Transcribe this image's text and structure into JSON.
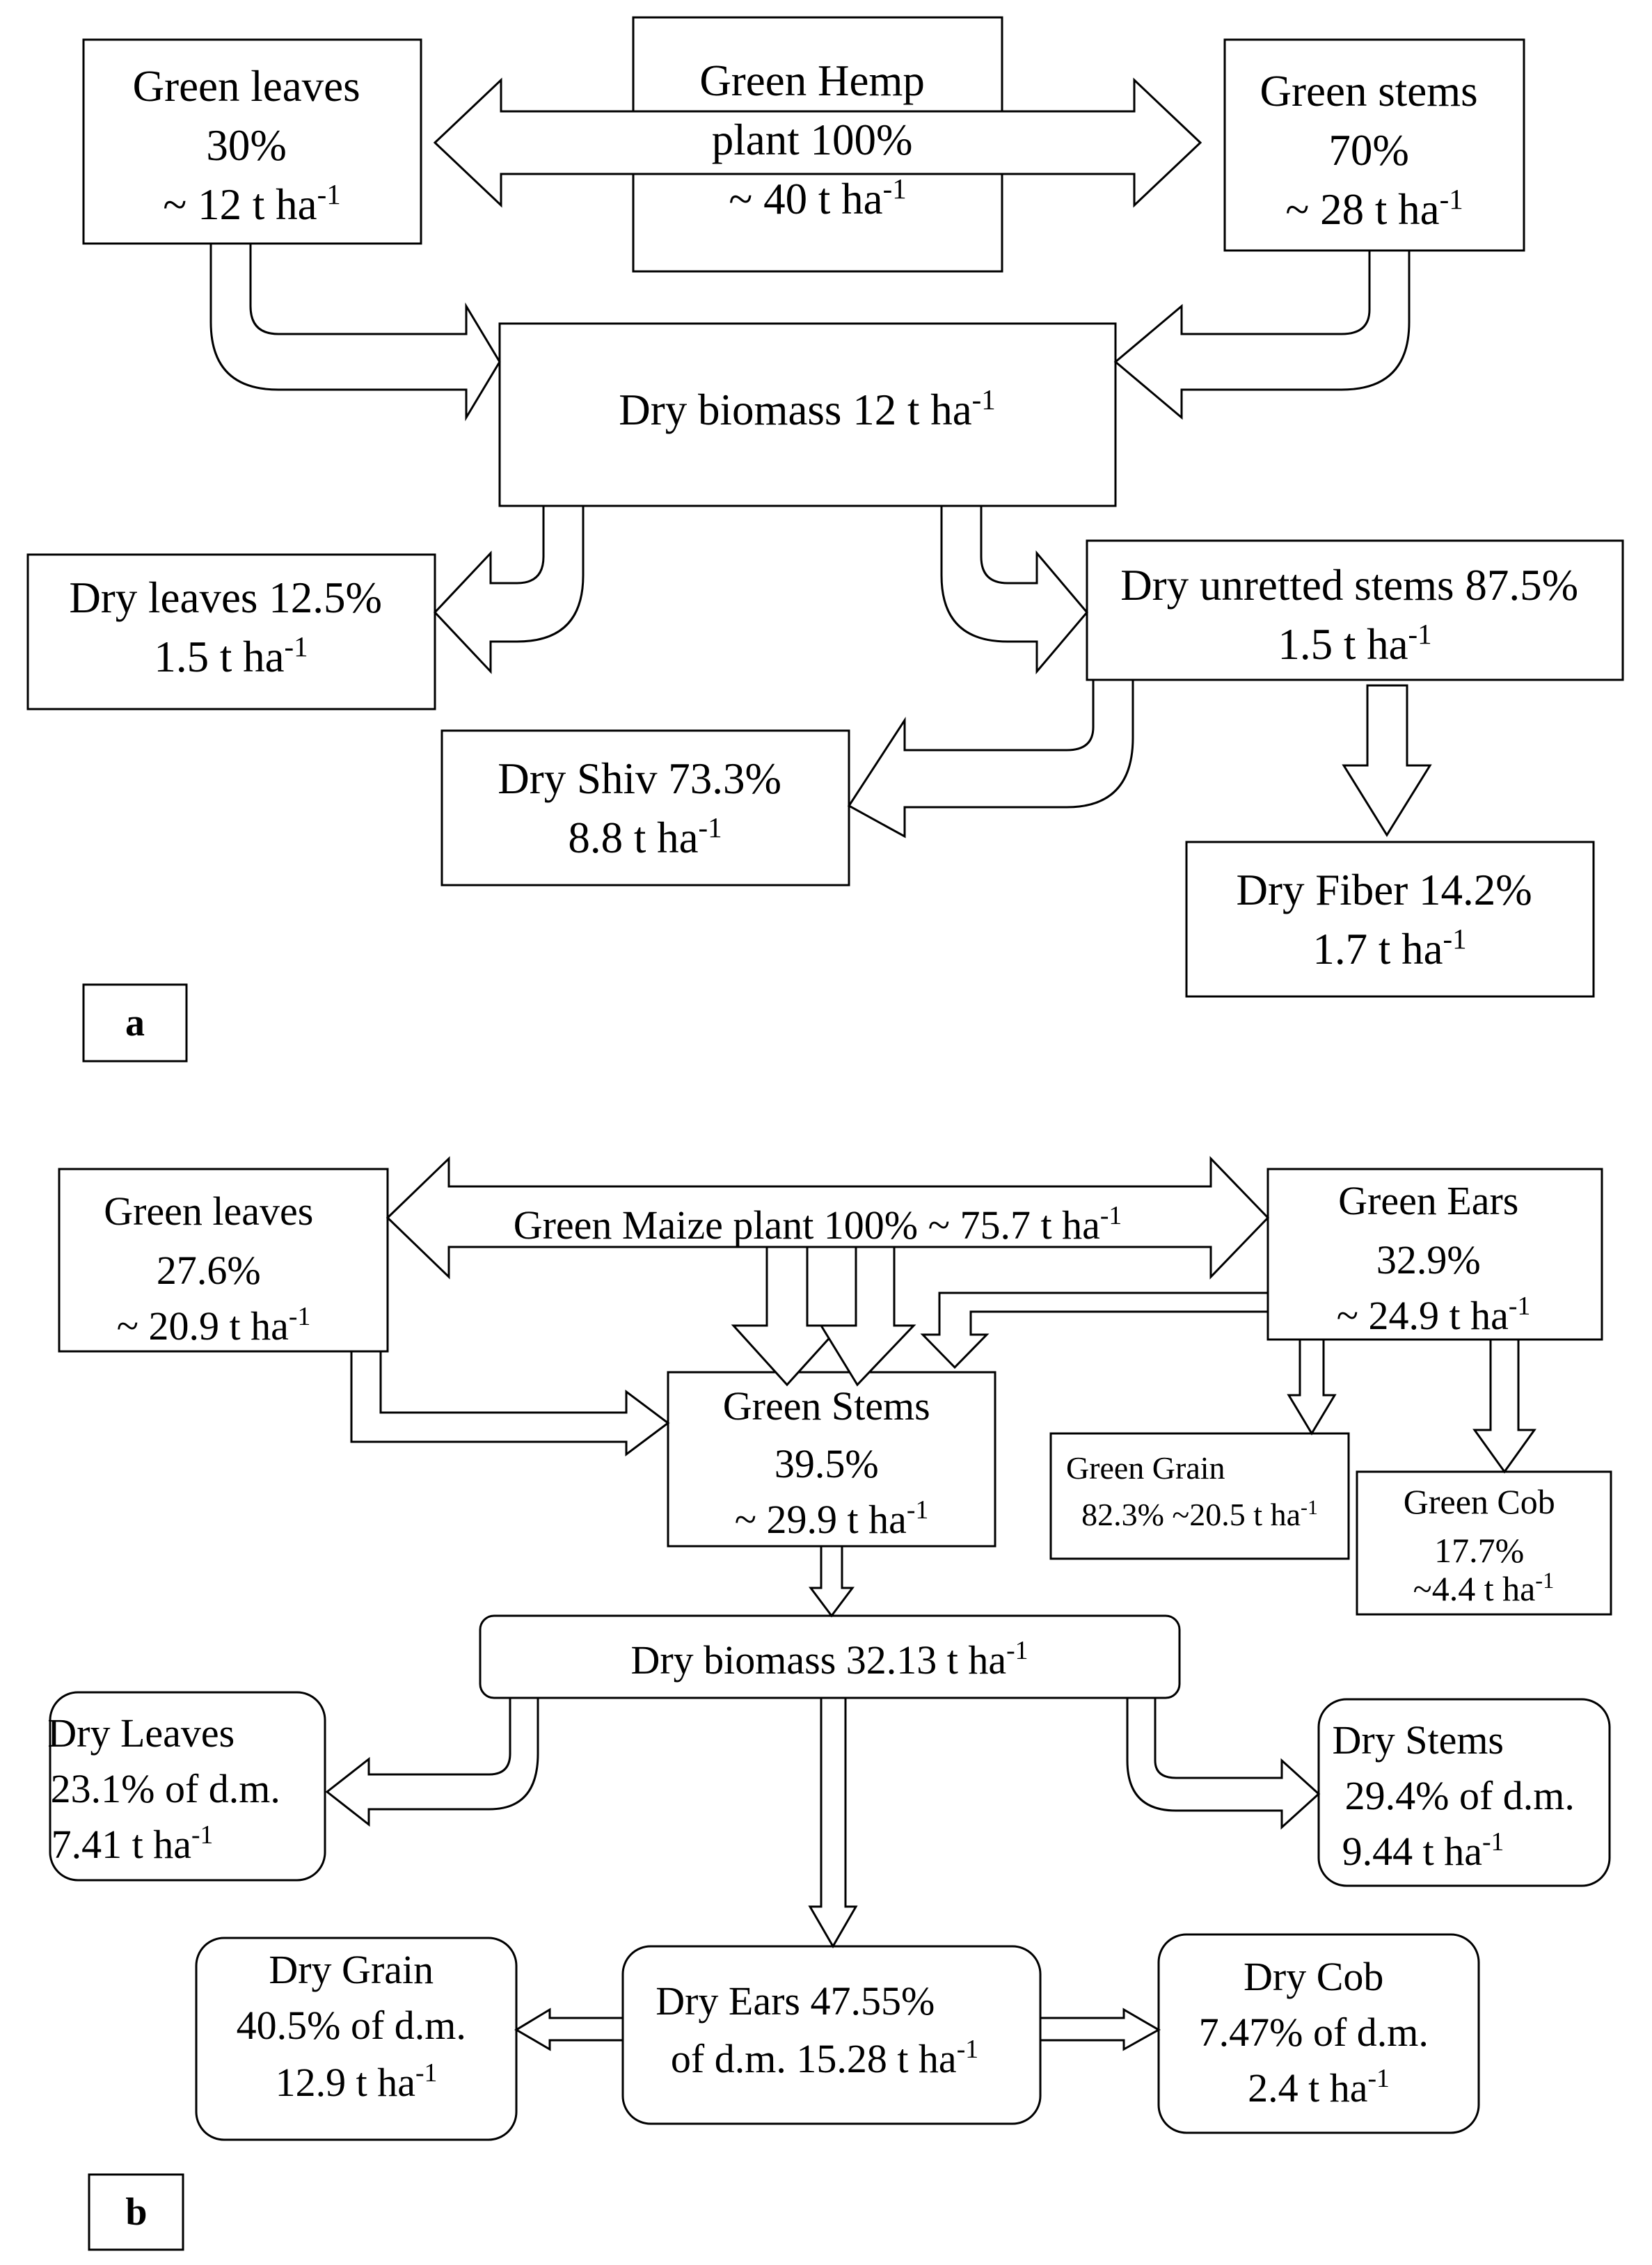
{
  "panel_a": {
    "label": "a",
    "nodes": {
      "hemp_plant": [
        "Green Hemp",
        "plant 100%",
        "~ 40 t ha-1"
      ],
      "green_leaves": [
        "Green leaves",
        "30%",
        "~ 12 t ha-1"
      ],
      "green_stems": [
        "Green stems",
        "70%",
        "~ 28 t ha-1"
      ],
      "dry_biomass": [
        "Dry biomass 12 t ha-1"
      ],
      "dry_leaves": [
        "Dry leaves 12.5%",
        "1.5 t ha-1"
      ],
      "dry_unretted_stems": [
        "Dry unretted stems 87.5%",
        "1.5 t ha-1"
      ],
      "dry_shiv": [
        "Dry Shiv 73.3%",
        "8.8 t ha-1"
      ],
      "dry_fiber": [
        "Dry Fiber 14.2%",
        "1.7 t ha-1"
      ]
    }
  },
  "panel_b": {
    "label": "b",
    "nodes": {
      "maize_plant": [
        "Green Maize plant 100% ~ 75.7 t ha-1"
      ],
      "green_leaves": [
        "Green leaves",
        "27.6%",
        "~ 20.9 t ha-1"
      ],
      "green_ears": [
        "Green Ears",
        "32.9%",
        "~ 24.9 t ha-1"
      ],
      "green_stems": [
        "Green Stems",
        "39.5%",
        "~ 29.9 t ha-1"
      ],
      "green_grain": [
        "Green Grain",
        "82.3% ~20.5 t ha-1"
      ],
      "green_cob": [
        "Green Cob",
        "17.7%",
        "~4.4 t ha-1"
      ],
      "dry_biomass": [
        "Dry biomass 32.13 t ha-1"
      ],
      "dry_leaves": [
        "Dry Leaves",
        "23.1% of d.m.",
        "7.41 t ha-1"
      ],
      "dry_stems": [
        "Dry Stems",
        "29.4% of d.m.",
        "9.44 t ha-1"
      ],
      "dry_ears": [
        "Dry Ears 47.55%",
        "of d.m. 15.28 t ha-1"
      ],
      "dry_grain": [
        "Dry Grain",
        "40.5% of d.m.",
        "12.9 t ha-1"
      ],
      "dry_cob": [
        "Dry Cob",
        "7.47% of d.m.",
        "2.4 t ha-1"
      ]
    }
  }
}
